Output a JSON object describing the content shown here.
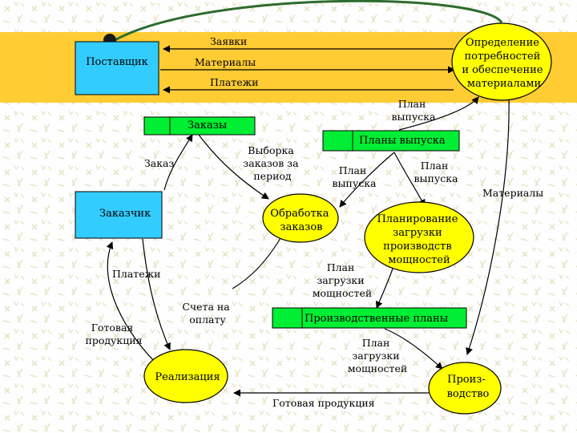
{
  "colors": {
    "entity_fill": "#33CCFF",
    "process_fill": "#FFFF00",
    "store_fill": "#00EE33",
    "banner": "#FFCC33",
    "pattern": "#E8E4C8",
    "line": "#000000",
    "curve": "#2E6B2E"
  },
  "entities": {
    "supplier": "Поставщик",
    "customer": "Заказчик"
  },
  "processes": {
    "needs": [
      "Определение",
      "потребностей",
      "и обеспечение",
      "материалами"
    ],
    "orders_processing": [
      "Обработка",
      "заказов"
    ],
    "capacity_planning": [
      "Планирование",
      "загрузки",
      "производств",
      "мощностей"
    ],
    "sales": [
      "Реализация"
    ],
    "production": [
      "Произ-",
      "водство"
    ]
  },
  "stores": {
    "orders": "Заказы",
    "release_plans": "Планы выпуска",
    "production_plans": "Производственные планы"
  },
  "flows": {
    "requests": "Заявки",
    "materials_top": "Материалы",
    "payments_top": "Платежи",
    "release_plan_1": [
      "План",
      "выпуска"
    ],
    "order": "Заказ",
    "selection": [
      "Выборка",
      "заказов за",
      "период"
    ],
    "release_plan_2": [
      "План",
      "выпуска"
    ],
    "release_plan_3": [
      "План",
      "выпуска"
    ],
    "materials_right": "Материалы",
    "payments_left": "Платежи",
    "capacity_plan_1": [
      "План",
      "загрузки",
      "мощностей"
    ],
    "invoices": [
      "Счета на",
      "оплату"
    ],
    "finished_goods_left": [
      "Готовая",
      "продукция"
    ],
    "capacity_plan_2": [
      "План",
      "загрузки",
      "мощностей"
    ],
    "finished_goods_bottom": "Готовая продукция"
  }
}
